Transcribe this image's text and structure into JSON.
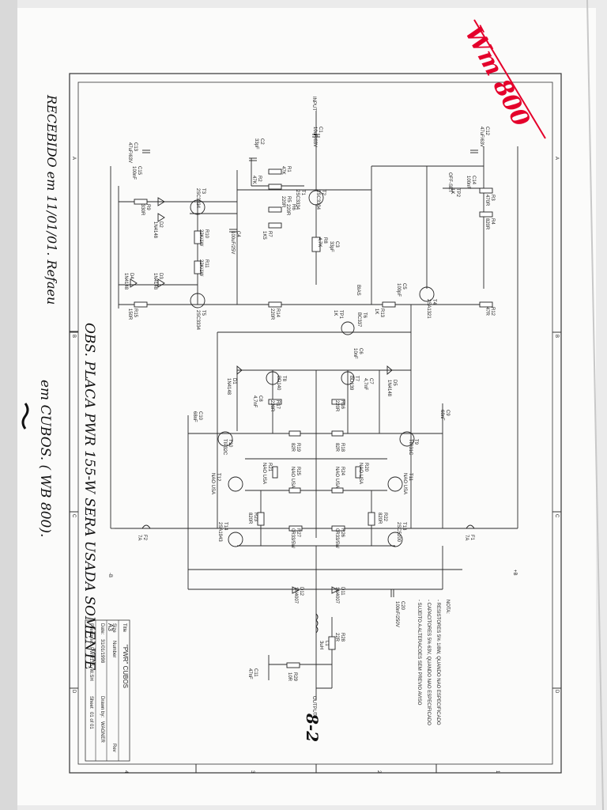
{
  "annotations": {
    "wm_label": "Wm 800",
    "received_line": "RECEBIDO em 11/01/01. Refaeu",
    "obs_line1": "OBS. PLACA PWR 155-W SERA USADA SOMENTE",
    "obs_line2": "em CUBOS. ( WB 800).",
    "page_mark": "8-2"
  },
  "schematic": {
    "components": [
      {
        "ref": "C1",
        "value": "10uF/63V"
      },
      {
        "ref": "C2",
        "value": "33pF"
      },
      {
        "ref": "C3",
        "value": "33pF"
      },
      {
        "ref": "C4",
        "value": "100uF/25V"
      },
      {
        "ref": "C5",
        "value": "100pF"
      },
      {
        "ref": "C6",
        "value": "10nF"
      },
      {
        "ref": "C7",
        "value": "4,7nF"
      },
      {
        "ref": "C8",
        "value": "4,7nF"
      },
      {
        "ref": "C9",
        "value": "68nF"
      },
      {
        "ref": "C10",
        "value": "68nF"
      },
      {
        "ref": "C11",
        "value": "47nF"
      },
      {
        "ref": "C12",
        "value": "47uF/63V"
      },
      {
        "ref": "C13",
        "value": "47uF/63V"
      },
      {
        "ref": "C14",
        "value": "100nF"
      },
      {
        "ref": "C15",
        "value": "100nF"
      },
      {
        "ref": "C20",
        "value": "100nF/250V"
      },
      {
        "ref": "R1",
        "value": "47K"
      },
      {
        "ref": "R2",
        "value": "47K"
      },
      {
        "ref": "R3",
        "value": "470R"
      },
      {
        "ref": "R4",
        "value": "820R"
      },
      {
        "ref": "R5",
        "value": "220R"
      },
      {
        "ref": "R6",
        "value": "220R"
      },
      {
        "ref": "R7",
        "value": "1K5"
      },
      {
        "ref": "R8",
        "value": "4,7K"
      },
      {
        "ref": "R9",
        "value": "330R"
      },
      {
        "ref": "R10",
        "value": "22K/1W"
      },
      {
        "ref": "R11",
        "value": "22K/1W"
      },
      {
        "ref": "R12",
        "value": "47R"
      },
      {
        "ref": "R13",
        "value": "1K"
      },
      {
        "ref": "R14",
        "value": "220R"
      },
      {
        "ref": "R15",
        "value": "150R"
      },
      {
        "ref": "R16",
        "value": "220R"
      },
      {
        "ref": "R17",
        "value": "220R"
      },
      {
        "ref": "R18",
        "value": "82R"
      },
      {
        "ref": "R19",
        "value": "82R"
      },
      {
        "ref": "R20",
        "value": "NAO USA"
      },
      {
        "ref": "R21",
        "value": "NAO USA"
      },
      {
        "ref": "R22",
        "value": "820R"
      },
      {
        "ref": "R23",
        "value": "820R"
      },
      {
        "ref": "R24",
        "value": "NAO USA"
      },
      {
        "ref": "R25",
        "value": "NAO USA"
      },
      {
        "ref": "R26",
        "value": "0R33/5W"
      },
      {
        "ref": "R27",
        "value": "0R33/5W"
      },
      {
        "ref": "R28",
        "value": "22R"
      },
      {
        "ref": "R29",
        "value": "10R"
      },
      {
        "ref": "T1",
        "value": "2SC3334"
      },
      {
        "ref": "T2",
        "value": "2SC3334"
      },
      {
        "ref": "T3",
        "value": "2SC3334"
      },
      {
        "ref": "T4",
        "value": "2SA1321"
      },
      {
        "ref": "T5",
        "value": "2SC3334"
      },
      {
        "ref": "T6",
        "value": "BC337"
      },
      {
        "ref": "T7",
        "value": "BD139"
      },
      {
        "ref": "T8",
        "value": "BD140"
      },
      {
        "ref": "T9",
        "value": "TIP31C"
      },
      {
        "ref": "T10",
        "value": "TIP32C"
      },
      {
        "ref": "T11",
        "value": "NAO USA"
      },
      {
        "ref": "T12",
        "value": "NAO USA"
      },
      {
        "ref": "T13",
        "value": "2SC5200"
      },
      {
        "ref": "T14",
        "value": "2SA1943"
      },
      {
        "ref": "TP1",
        "value": "1K"
      },
      {
        "ref": "TP2",
        "value": "1K"
      },
      {
        "ref": "D1",
        "value": "1N4148"
      },
      {
        "ref": "D2",
        "value": "1N4148"
      },
      {
        "ref": "D3",
        "value": "1N4148"
      },
      {
        "ref": "D4",
        "value": "1N4148"
      },
      {
        "ref": "D5",
        "value": "1N4148"
      },
      {
        "ref": "D11",
        "value": "1N4007"
      },
      {
        "ref": "D12",
        "value": "1N4007"
      },
      {
        "ref": "F1",
        "value": "7A"
      },
      {
        "ref": "F2",
        "value": "7A"
      },
      {
        "ref": "L1",
        "value": "3uH"
      }
    ],
    "net_labels": {
      "input": "INPUT",
      "output": "OUTPUT",
      "pos_rail": "+B",
      "neg_rail": "-B",
      "offset": "OFF-SET",
      "bias": "BIAS"
    },
    "notes": {
      "title": "NOTA:",
      "lines": [
        "- RESISTORES 5% 1/8W, QUANDO NAO ESPECIFICADO",
        "- CAPACITORES 5% 63V, QUANDO NAO ESPECIFICADO",
        "- SUJEITO A ALTERACOES SEM PREVIO AVISO"
      ]
    },
    "title_block": {
      "title_label": "Title",
      "title": "\"PWR\" CUBOS",
      "size_label": "Size",
      "size": "A3",
      "number_label": "Number",
      "rev_label": "Rev",
      "date_label": "Date:",
      "date": "31/01/1998",
      "drawn_label": "Drawn by:",
      "drawn": "WAGNER",
      "filename_label": "Filename:",
      "filename": "PWR155_W.SH",
      "sheet_label": "Sheet",
      "sheet": "01 of 01"
    },
    "border_letters": [
      "A",
      "B",
      "C",
      "D"
    ],
    "border_numbers": [
      "1",
      "2",
      "3",
      "4"
    ]
  }
}
